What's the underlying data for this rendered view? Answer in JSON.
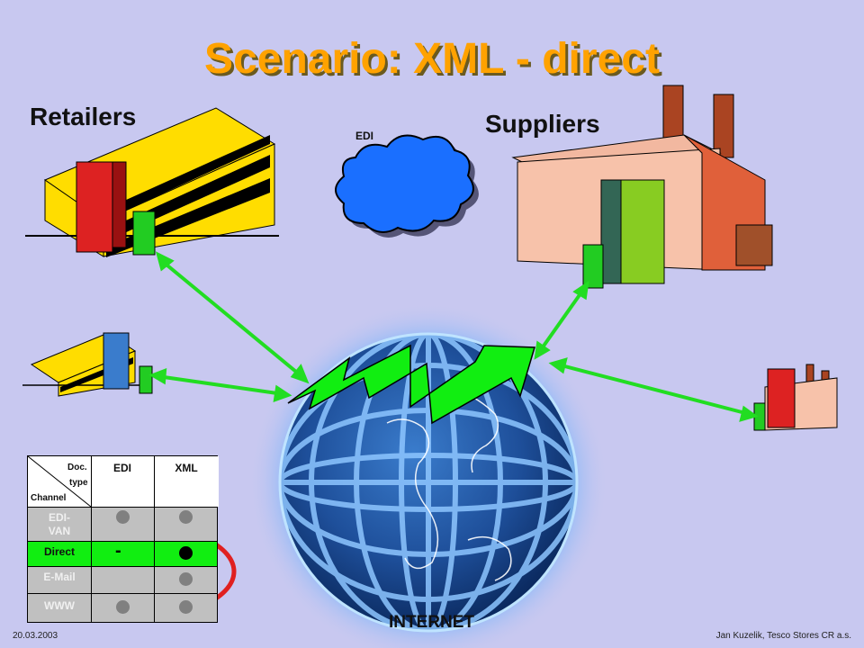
{
  "slide": {
    "title": "Scenario: XML - direct",
    "retailers_label": "Retailers",
    "suppliers_label": "Suppliers",
    "edi_cloud_label": "EDI",
    "internet_label": "INTERNET",
    "footer_date": "20.03.2003",
    "footer_author": "Jan Kuzelik, Tesco Stores CR a.s."
  },
  "matrix": {
    "corner_top": "Doc.",
    "corner_mid": "type",
    "corner_bottom": "Channel",
    "columns": [
      "EDI",
      "XML"
    ],
    "rows": [
      {
        "label_line1": "EDI-",
        "label_line2": "VAN",
        "edi": "dot",
        "xml": "dot"
      },
      {
        "label_line1": "Direct",
        "label_line2": "",
        "edi": "-",
        "xml": "dot-black"
      },
      {
        "label_line1": "E-Mail",
        "label_line2": "",
        "edi": "",
        "xml": "dot"
      },
      {
        "label_line1": "WWW",
        "label_line2": "",
        "edi": "dot",
        "xml": "dot"
      }
    ]
  },
  "colors": {
    "background": "#c8c8f0",
    "title": "#ffa200",
    "arrow": "#22dd22",
    "highlight_ring": "#e02020",
    "direct_row": "#11ee11"
  }
}
